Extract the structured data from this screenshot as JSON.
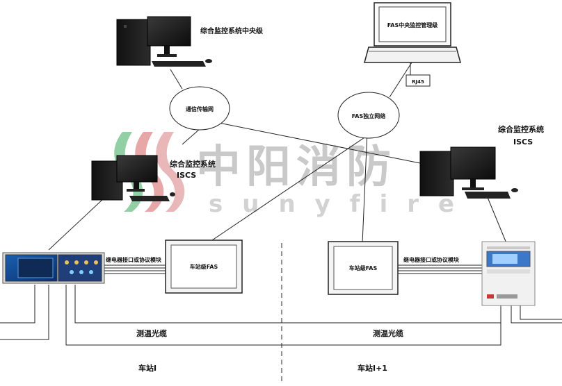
{
  "nodes": {
    "central_level": "综合监控系统中央级",
    "fas_central": "FAS中央监控管理级",
    "rj45": "RJ45",
    "comm_network": "通信传输网",
    "fas_network": "FAS独立网络",
    "iscs_left_name": "综合监控系统",
    "iscs_left_abbr": "ISCS",
    "iscs_right_name": "综合监控系统",
    "iscs_right_abbr": "ISCS",
    "station_fas_left": "车站级FAS",
    "station_fas_right": "车站级FAS"
  },
  "links": {
    "relay_left": "继电器接口或协议模块",
    "relay_right": "继电器接口或协议模块",
    "fiber_left": "测温光缆",
    "fiber_right": "测温光缆"
  },
  "stations": {
    "station_i": "车站I",
    "station_i1": "车站I+1"
  },
  "watermark": {
    "brand_cn": "中阳消防",
    "brand_en": "sunyfire"
  },
  "colors": {
    "watermark_green": "#2f8f4e",
    "watermark_red": "#d04040",
    "line": "#222222"
  },
  "icons": {
    "computer": "desktop-computer-icon",
    "laptop": "laptop-icon",
    "network": "network-cloud-icon",
    "controller": "fas-controller-icon",
    "host": "temperature-host-icon"
  }
}
